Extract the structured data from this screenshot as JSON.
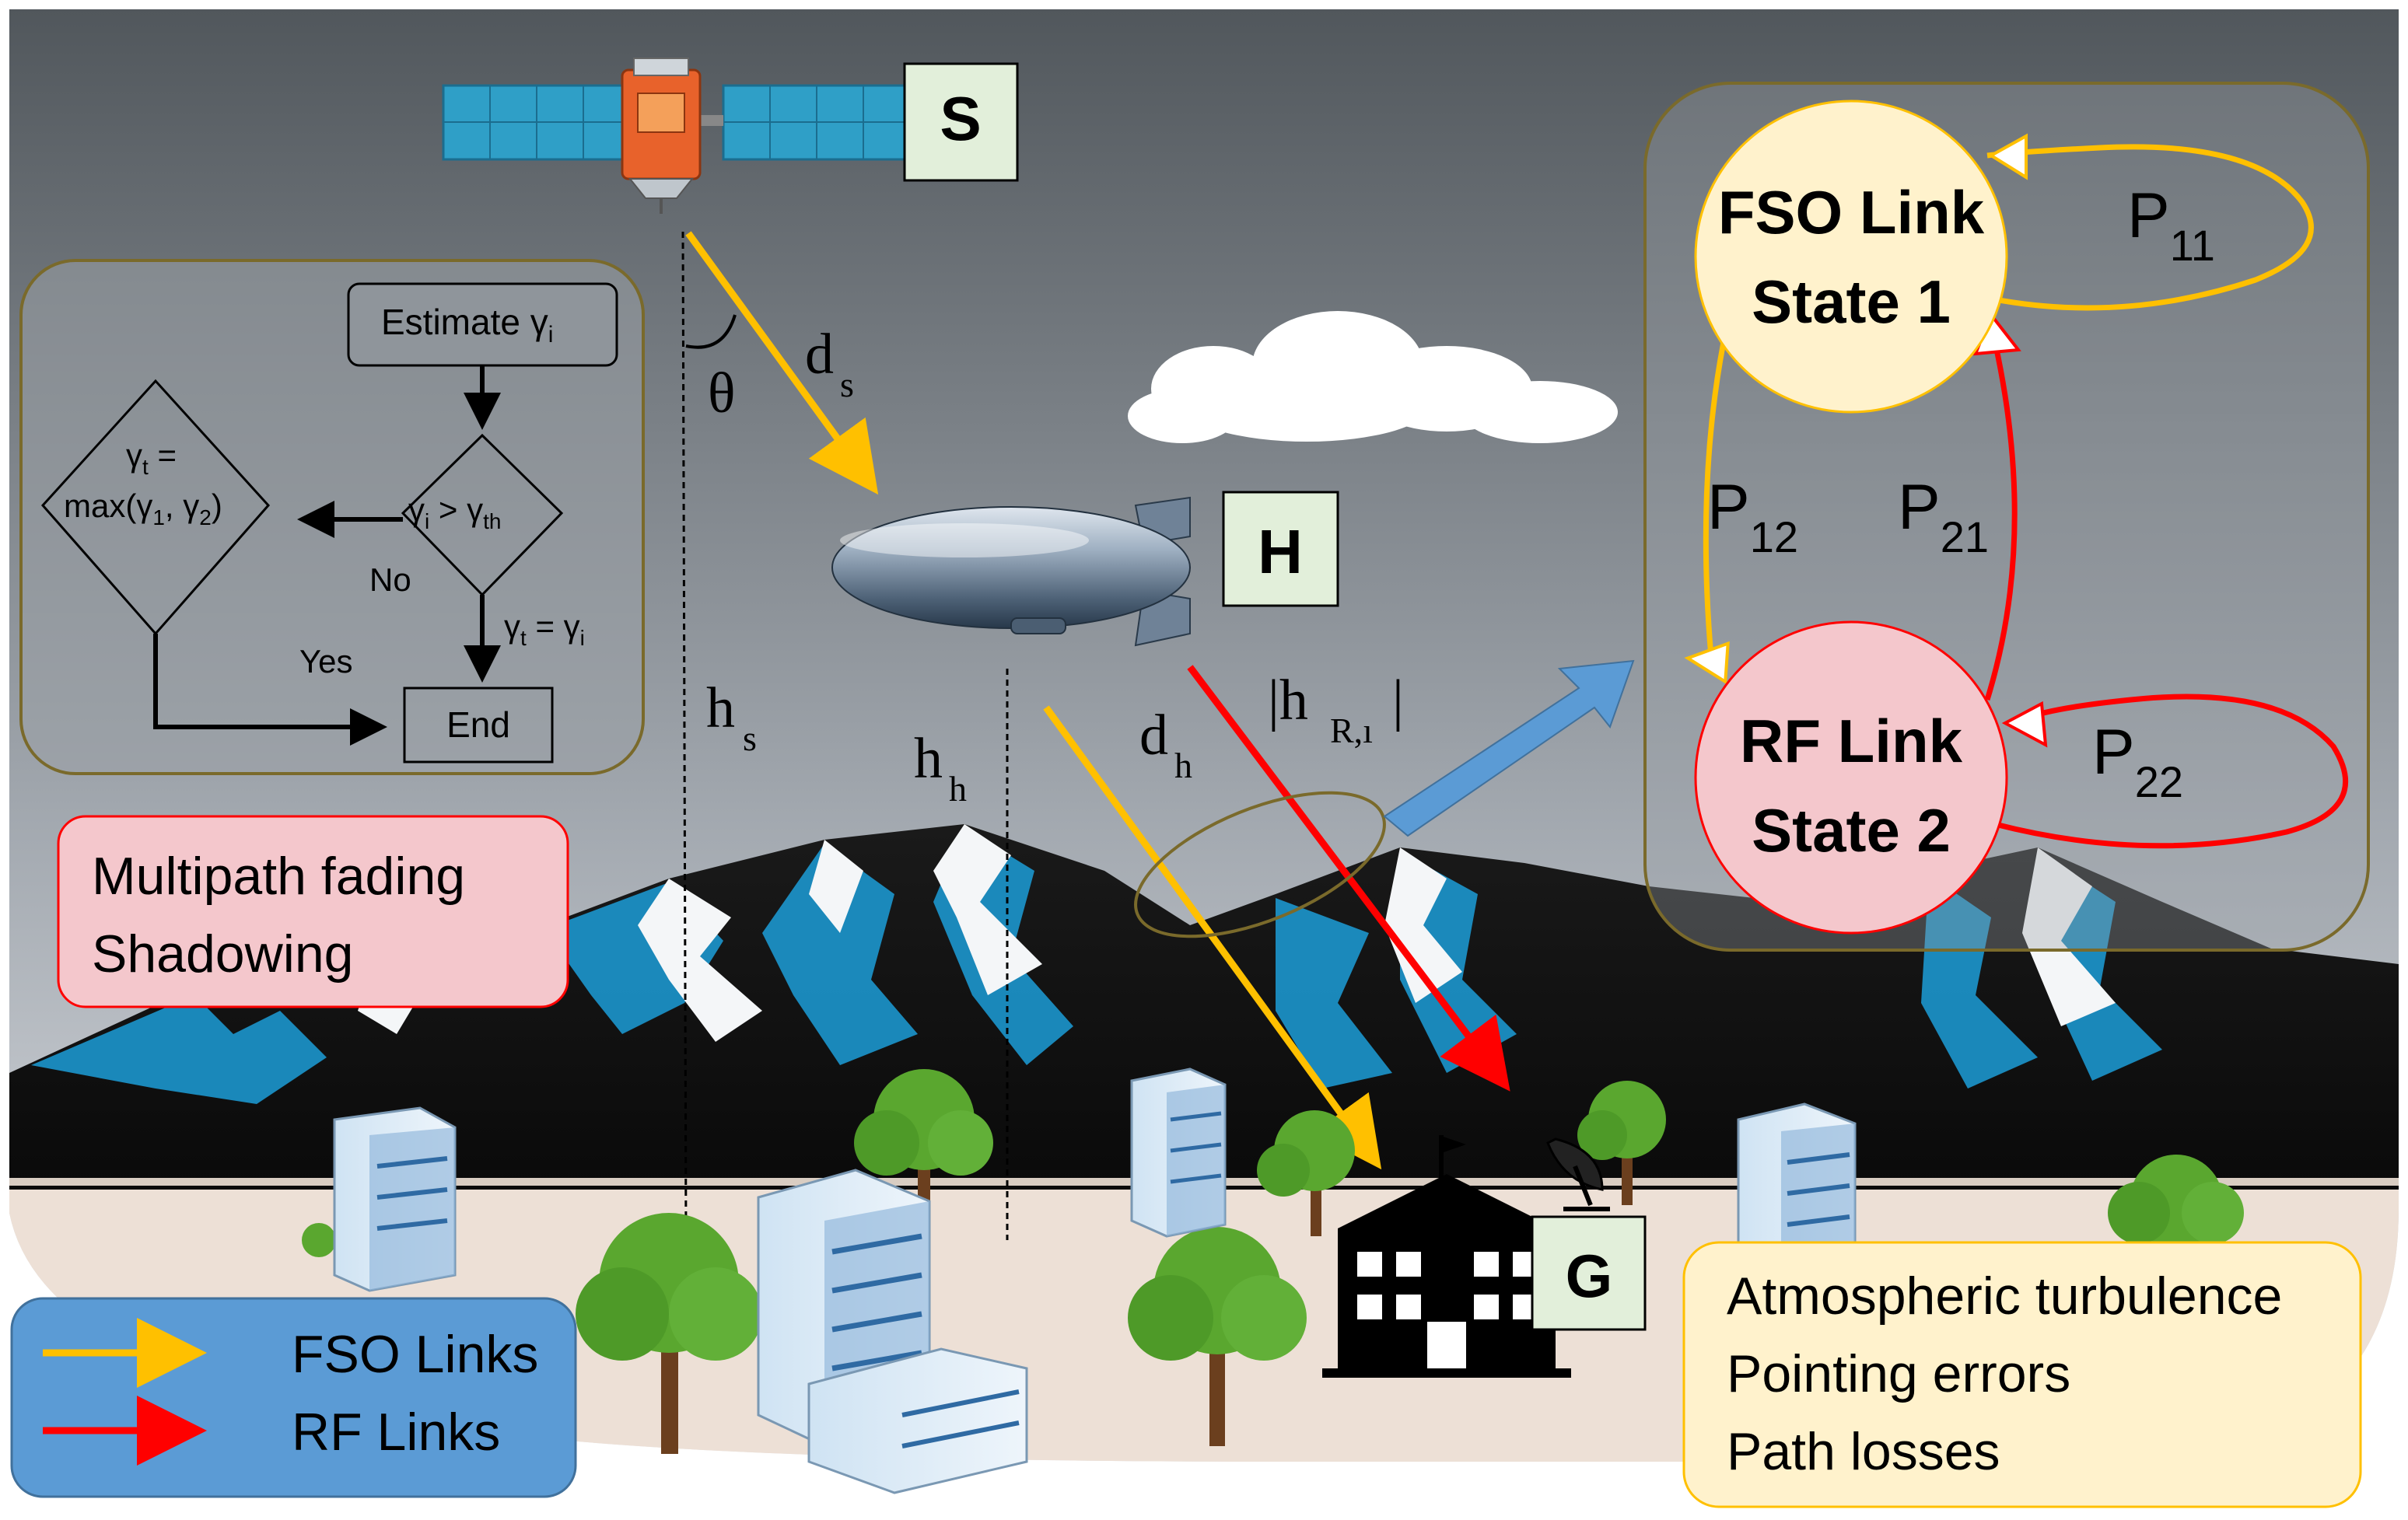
{
  "labels": {
    "satellite": "S",
    "hap": "H",
    "ground": "G",
    "theta": "θ",
    "ds_main": "d",
    "ds_sub": "s",
    "hs_main": "h",
    "hs_sub": "s",
    "hh_main": "h",
    "hh_sub": "h",
    "dh_main": "d",
    "dh_sub": "h",
    "hr_main": "|h",
    "hr_sub": "R,ı",
    "hr_close": "|"
  },
  "flowchart": {
    "estimate_main": "Estimate γ",
    "estimate_sub": "i",
    "cond_a": "γ",
    "cond_a_sub": "i",
    "cond_op": " > γ",
    "cond_b_sub": "th",
    "max_top": "γ",
    "max_top_sub": "t",
    "max_top_eq": " =",
    "max_bottom": "max(γ",
    "max_bottom_sub1": "1",
    "max_bottom_mid": ", γ",
    "max_bottom_sub2": "2",
    "max_bottom_close": ")",
    "no_label": "No",
    "yes_label": "Yes",
    "assign_a": "γ",
    "assign_a_sub": "t",
    "assign_op": " = γ",
    "assign_b_sub": "i",
    "end_label": "End"
  },
  "impairments_rf": {
    "line1": "Multipath fading",
    "line2": "Shadowing"
  },
  "impairments_fso": {
    "line1": "Atmospheric turbulence",
    "line2": "Pointing errors",
    "line3": "Path losses"
  },
  "legend": {
    "fso": "FSO Links",
    "rf": "RF Links"
  },
  "markov": {
    "state1_line1": "FSO Link",
    "state1_line2": "State 1",
    "state2_line1": "RF Link",
    "state2_line2": "State 2",
    "p11": "P",
    "p11_sub": "11",
    "p12": "P",
    "p12_sub": "12",
    "p21": "P",
    "p21_sub": "21",
    "p22": "P",
    "p22_sub": "22"
  },
  "colors": {
    "fso": "#FFC000",
    "rf": "#FF0000",
    "sky_top": "#5a6065",
    "sky_bottom": "#e2e5ea",
    "ground": "#ede0d6",
    "mountain_blue": "#1b8fc4",
    "state1_fill": "#FFF2CC",
    "state2_fill": "#F4C7CC",
    "legend_fill": "#5B9BD5",
    "label_box": "#E2EFDA"
  }
}
